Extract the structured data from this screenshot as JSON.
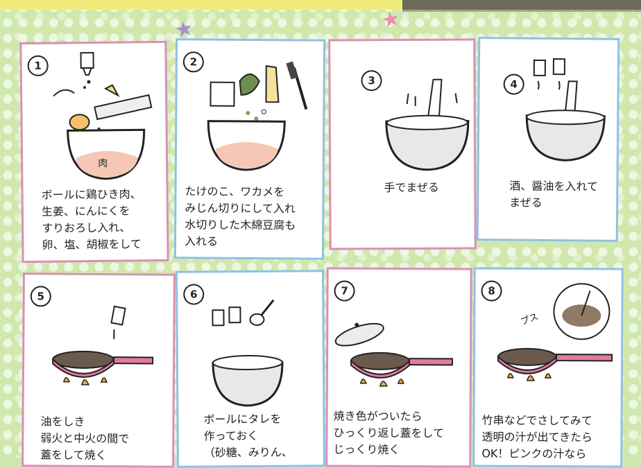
{
  "steps": [
    {
      "num": "1",
      "text": "ボールに鶏ひき肉、\n生姜、にんにくを\nすりおろし入れ、\n卵、塩、胡椒をして"
    },
    {
      "num": "2",
      "text": "たけのこ、ワカメを\nみじん切りにして入れ\n水切りした木綿豆腐も\n入れる"
    },
    {
      "num": "3",
      "text": "手でまぜる"
    },
    {
      "num": "4",
      "text": "酒、醤油を入れて\nまぜる"
    },
    {
      "num": "5",
      "text": "油をしき\n弱火と中火の間で\n蓋をして焼く"
    },
    {
      "num": "6",
      "text": "ボールにタレを\n作っておく\n（砂糖、みりん、"
    },
    {
      "num": "7",
      "text": "焼き色がついたら\nひっくり返し蓋をして\nじっくり焼く"
    },
    {
      "num": "8",
      "text": "竹串などでさしてみて\n透明の汁が出てきたら\nOK！ピンクの汁なら"
    }
  ],
  "illustration_labels": {
    "meat": "肉",
    "sizzle": "プス"
  },
  "colors": {
    "background": "#cfe8ad",
    "pink_border": "#d98fb6",
    "blue_border": "#8fc0e4",
    "pan": "#e47aa0",
    "flame": "#f2a63c"
  }
}
